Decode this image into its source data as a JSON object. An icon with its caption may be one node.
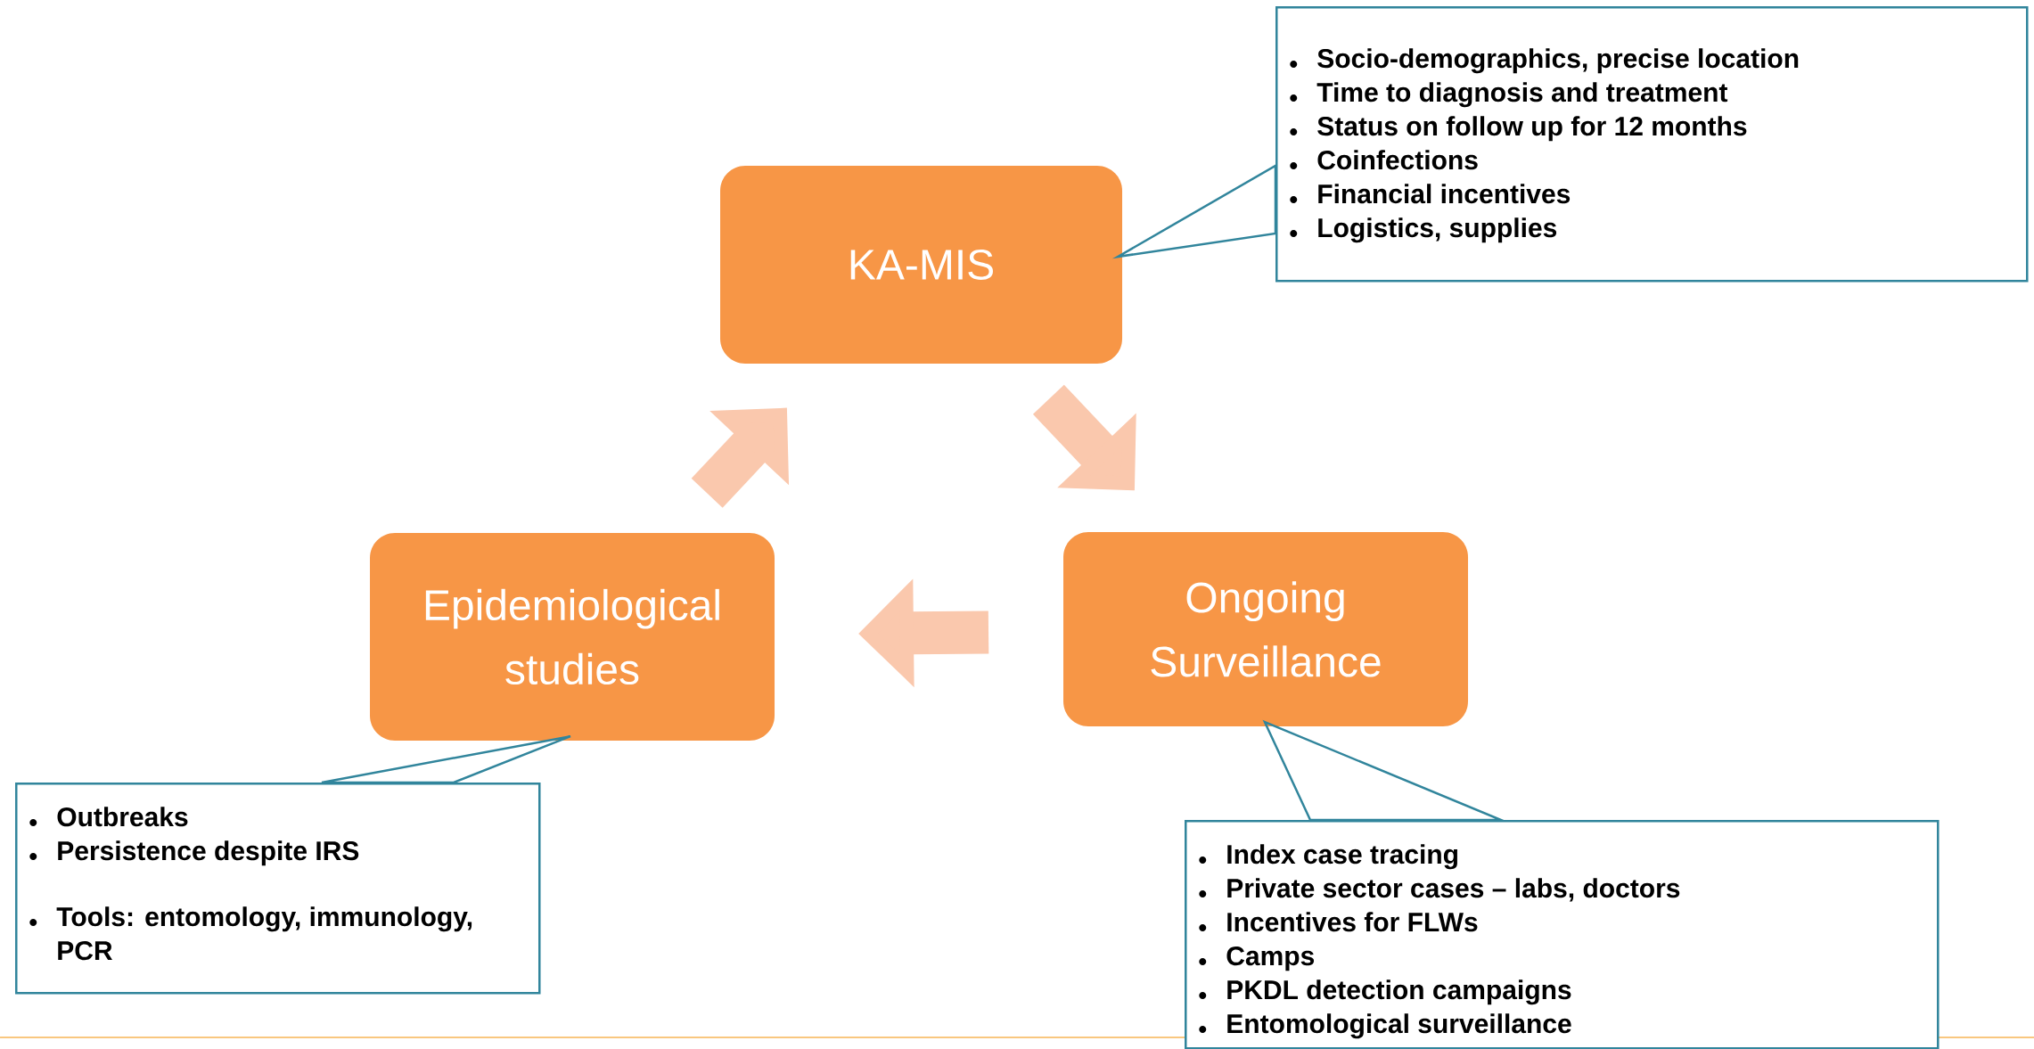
{
  "diagram": {
    "nodes": [
      {
        "text": [
          "KA-MIS"
        ]
      },
      {
        "text": [
          "Ongoing Surveillance"
        ]
      },
      {
        "text": [
          "Epidemiological studies"
        ]
      },
      {
        "text": [
          "Socio-demographics, precise location",
          "Time to diagnosis and treatment",
          "Status on follow up for 12 months",
          "Coinfections",
          "Financial incentives",
          "Logistics, supplies"
        ]
      },
      {
        "text": [
          "Outbreaks",
          "Persistence despite IRS",
          "Tools: entomology, immunology, PCR"
        ]
      },
      {
        "text": [
          "Index case tracing",
          "Private sector cases – labs, doctors",
          "Incentives for FLWs",
          "Camps",
          "PKDL detection campaigns",
          "Entomological surveillance"
        ]
      }
    ],
    "edges": [
      {
        "from": 0,
        "to": 1,
        "arrow": "to",
        "style": "thick"
      },
      {
        "from": 1,
        "to": 2,
        "arrow": "to",
        "style": "thick"
      },
      {
        "from": 2,
        "to": 0,
        "arrow": "to",
        "style": "thick"
      },
      {
        "from": 3,
        "to": 0,
        "arrow": "none",
        "color": "#31859c"
      },
      {
        "from": 4,
        "to": 2,
        "arrow": "none",
        "color": "#31859c"
      },
      {
        "from": 5,
        "to": 1,
        "arrow": "none",
        "color": "#31859c"
      }
    ]
  }
}
